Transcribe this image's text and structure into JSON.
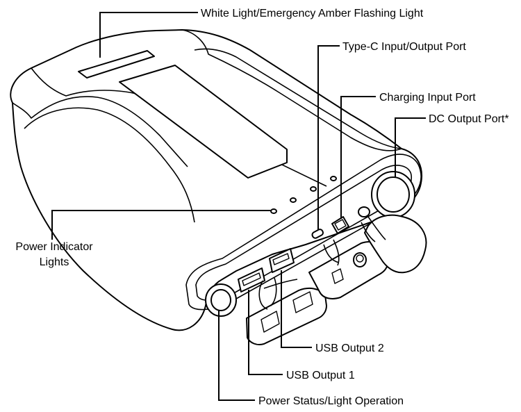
{
  "labels": {
    "white_light": "White Light/Emergency Amber Flashing Light",
    "type_c": "Type-C Input/Output Port",
    "charging_input": "Charging Input Port",
    "dc_output": "DC Output Port*",
    "power_indicator_line1": "Power Indicator",
    "power_indicator_line2": "Lights",
    "usb_output_2": "USB Output 2",
    "usb_output_1": "USB Output 1",
    "power_status": "Power Status/Light Operation"
  },
  "colors": {
    "stroke": "#000000",
    "background": "#ffffff"
  }
}
